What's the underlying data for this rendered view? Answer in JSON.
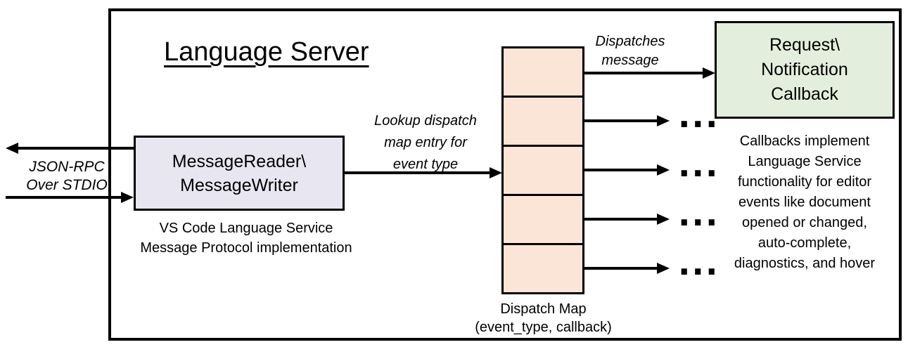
{
  "colors": {
    "background": "#FFFFFF",
    "border": "#000000",
    "reader_box_fill": "#E8E7F1",
    "dispatch_cell_fill": "#FBE5D6",
    "callback_box_fill": "#E4EEDC"
  },
  "title": "Language Server",
  "stdio_label": {
    "line1": "JSON-RPC",
    "line2": "Over STDIO"
  },
  "reader_box": {
    "line1": "MessageReader\\",
    "line2": "MessageWriter"
  },
  "reader_caption": {
    "line1": "VS Code Language Service",
    "line2": "Message Protocol implementation"
  },
  "lookup_label": {
    "line1": "Lookup dispatch",
    "line2": "map entry for",
    "line3": "event type"
  },
  "dispatches_label": {
    "line1": "Dispatches",
    "line2": "message"
  },
  "dispatch_map": {
    "row_count": 5,
    "ellipsis": "...",
    "caption_line1": "Dispatch Map",
    "caption_line2": "(event_type, callback)"
  },
  "callback_box": {
    "line1": "Request\\",
    "line2": "Notification",
    "line3": "Callback"
  },
  "callbacks_note": {
    "lines": [
      "Callbacks implement",
      "Language Service",
      "functionality for editor",
      "events like document",
      "opened or changed,",
      "auto-complete,",
      "diagnostics, and hover"
    ]
  }
}
